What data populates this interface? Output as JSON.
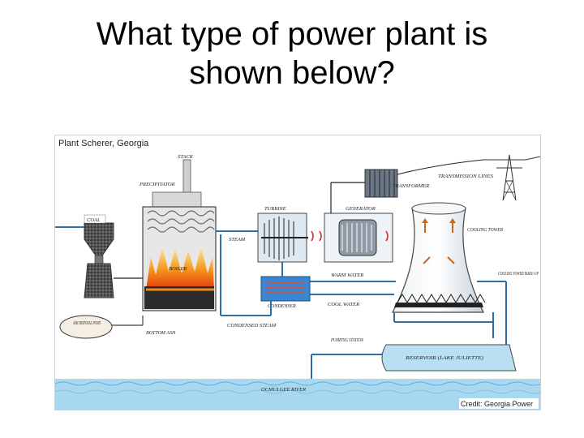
{
  "slide": {
    "title_line1": "What type of power plant is",
    "title_line2": "shown below?"
  },
  "diagram": {
    "plant_name": "Plant Scherer, Georgia",
    "credit": "Credit: Georgia Power",
    "labels": {
      "stack": "STACK",
      "precipitator": "PRECIPITATOR",
      "coal": "COAL",
      "boiler": "BOILER",
      "steam": "STEAM",
      "turbine": "TURBINE",
      "generator": "GENERATOR",
      "transformer": "TRANSFORMER",
      "transmission_lines": "TRANSMISSION LINES",
      "cooling_tower": "COOLING TOWER",
      "cooling_tower_makeup": "COOLING TOWER MAKE-UP",
      "warm_water": "WARM WATER",
      "cool_water": "COOL WATER",
      "condenser": "CONDENSER",
      "condensed_steam": "CONDENSED STEAM",
      "ash_disposal_pond": "ASH DISPOSAL POND",
      "bottom_ash": "BOTTOM ASH",
      "pumping_station": "PUMPING STATION",
      "reservoir": "RESERVOIR (LAKE JULIETTE)",
      "river": "OCMULGEE RIVER"
    },
    "colors": {
      "water": "#9fd3ee",
      "pipe": "#2f6fa8",
      "fire": "#f28a1a",
      "coal": "#3a3a3a",
      "tower": "#d9e2ea",
      "condenser": "#3a86d1"
    }
  }
}
